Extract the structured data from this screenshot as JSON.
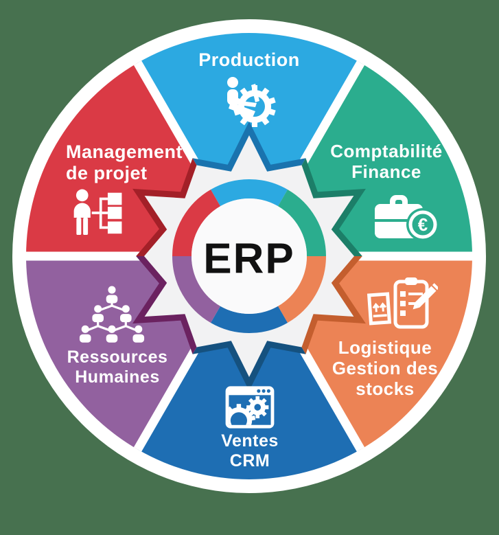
{
  "diagram_title": "ERP",
  "center": {
    "label": "ERP"
  },
  "colors": {
    "bg": "#47714F",
    "white": "#FFFFFF",
    "gear": "#F2F2F3",
    "inner_circle": "#FAFAFB",
    "erp_text": "#111111",
    "label_text": "#FFFFFF",
    "production": "#2CA9E1",
    "production_dark": "#1A73AE",
    "comptabilite": "#2BAD8E",
    "comptabilite_dark": "#1C7E68",
    "logistique": "#EC8355",
    "logistique_dark": "#C45E2E",
    "ventes": "#1E6EB3",
    "ventes_dark": "#15517F",
    "ressources": "#92619F",
    "ressources_dark": "#6B2260",
    "management": "#DA3A45",
    "management_dark": "#A32028"
  },
  "segments": [
    {
      "id": "production",
      "label": "Production",
      "position": "top",
      "icon": "worker-laptop-gear"
    },
    {
      "id": "comptabilite",
      "label": "Comptabilité\nFinance",
      "position": "top-right",
      "icon": "briefcase-euro"
    },
    {
      "id": "logistique",
      "label": "Logistique\nGestion des\nstocks",
      "position": "bottom-right",
      "icon": "box-clipboard-pencil"
    },
    {
      "id": "ventes",
      "label": "Ventes\nCRM",
      "position": "bottom",
      "icon": "browser-gears"
    },
    {
      "id": "ressources",
      "label": "Ressources\nHumaines",
      "position": "bottom-left",
      "icon": "org-chart-people"
    },
    {
      "id": "management",
      "label": "Management\nde projet",
      "position": "top-left",
      "icon": "person-flowchart"
    }
  ],
  "icons": {
    "euro_symbol": "€"
  }
}
